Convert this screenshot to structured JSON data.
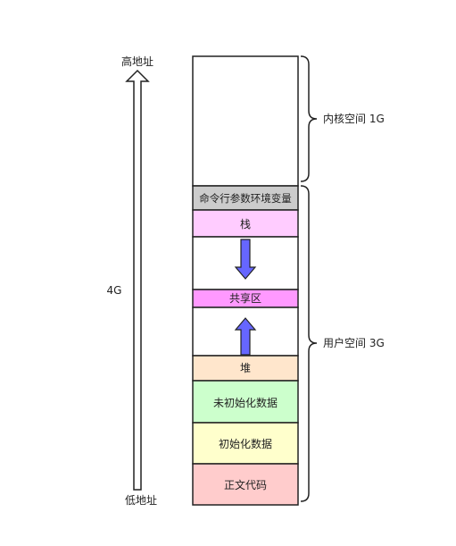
{
  "axis": {
    "top_label": "高地址",
    "middle_label": "4G",
    "bottom_label": "低地址"
  },
  "segments": [
    {
      "id": "kernel",
      "label": "",
      "fill": "#ffffff"
    },
    {
      "id": "env",
      "label": "命令行参数环境变量",
      "fill": "#cccccc"
    },
    {
      "id": "stack",
      "label": "栈",
      "fill": "#ffccff"
    },
    {
      "id": "gap-top",
      "label": "",
      "fill": "#ffffff"
    },
    {
      "id": "shared",
      "label": "共享区",
      "fill": "#ff99ff"
    },
    {
      "id": "gap-bottom",
      "label": "",
      "fill": "#ffffff"
    },
    {
      "id": "heap",
      "label": "堆",
      "fill": "#ffe6cc"
    },
    {
      "id": "bss",
      "label": "未初始化数据",
      "fill": "#ccffcc"
    },
    {
      "id": "data",
      "label": "初始化数据",
      "fill": "#ffffcc"
    },
    {
      "id": "text",
      "label": "正文代码",
      "fill": "#ffcccc"
    }
  ],
  "braces": {
    "kernel": "内核空间 1G",
    "user": "用户空间 3G"
  },
  "arrow_color": "#6666ff"
}
